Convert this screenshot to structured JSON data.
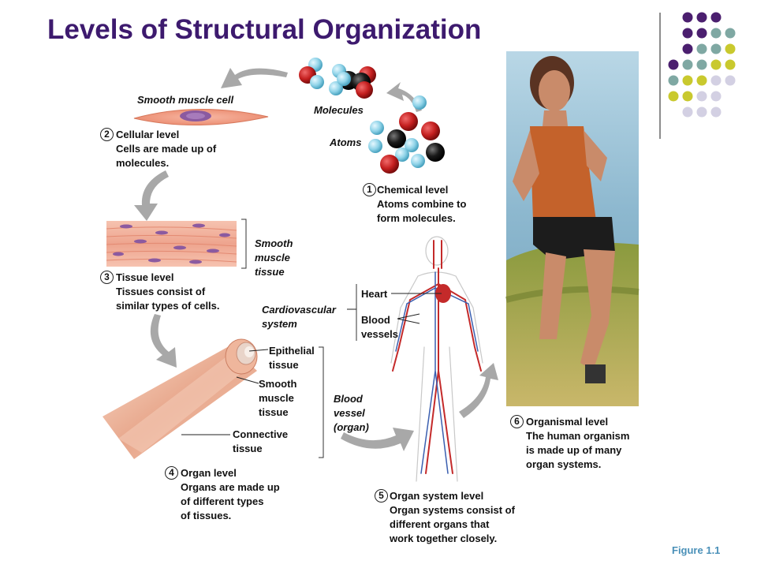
{
  "title": "Levels of Structural Organization",
  "figure_label": "Figure 1.1",
  "levels": [
    {
      "num": "1",
      "lines": [
        "Chemical level",
        "Atoms combine to",
        "form molecules."
      ]
    },
    {
      "num": "2",
      "lines": [
        "Cellular level",
        "Cells are made up of",
        "molecules."
      ]
    },
    {
      "num": "3",
      "lines": [
        "Tissue level",
        "Tissues consist of",
        "similar types of cells."
      ]
    },
    {
      "num": "4",
      "lines": [
        "Organ level",
        "Organs are made up",
        "of different types",
        "of tissues."
      ]
    },
    {
      "num": "5",
      "lines": [
        "Organ system level",
        "Organ systems consist of",
        "different organs that",
        "work together closely."
      ]
    },
    {
      "num": "6",
      "lines": [
        "Organismal level",
        "The human organism",
        "is made up of many",
        "organ systems."
      ]
    }
  ],
  "labels": {
    "smooth_muscle_cell": "Smooth muscle cell",
    "molecules": "Molecules",
    "atoms": "Atoms",
    "smooth_muscle_tissue": [
      "Smooth",
      "muscle",
      "tissue"
    ],
    "cardiovascular_system": [
      "Cardiovascular",
      "system"
    ],
    "heart": "Heart",
    "blood_vessels": [
      "Blood",
      "vessels"
    ],
    "epithelial_tissue": [
      "Epithelial",
      "tissue"
    ],
    "organ_smooth_muscle_tissue": [
      "Smooth",
      "muscle",
      "tissue"
    ],
    "connective_tissue": [
      "Connective",
      "tissue"
    ],
    "blood_vessel_organ": [
      "Blood",
      "vessel",
      "(organ)"
    ]
  },
  "colors": {
    "title": "#3d1a6e",
    "figure_label": "#4a90b8",
    "dot_purple": "#4b1f6f",
    "dot_teal": "#7fa8a3",
    "dot_yellow": "#c9c92e",
    "dot_lavender": "#d3d0e3",
    "arrow_gray": "#a8a8a8",
    "atom_red": "#c41f1f",
    "atom_blue": "#8fd3e8",
    "atom_black": "#1a1a1a"
  },
  "decor_dot_rows": [
    [
      "purple",
      "purple",
      "purple"
    ],
    [
      "purple",
      "purple",
      "teal",
      "teal"
    ],
    [
      "purple",
      "teal",
      "teal",
      "yellow"
    ],
    [
      "purple",
      "teal",
      "teal",
      "yellow",
      "yellow"
    ],
    [
      "teal",
      "yellow",
      "yellow",
      "lavender",
      "lavender"
    ],
    [
      "yellow",
      "yellow",
      "lavender",
      "lavender"
    ],
    [
      "lavender",
      "lavender",
      "lavender"
    ]
  ]
}
